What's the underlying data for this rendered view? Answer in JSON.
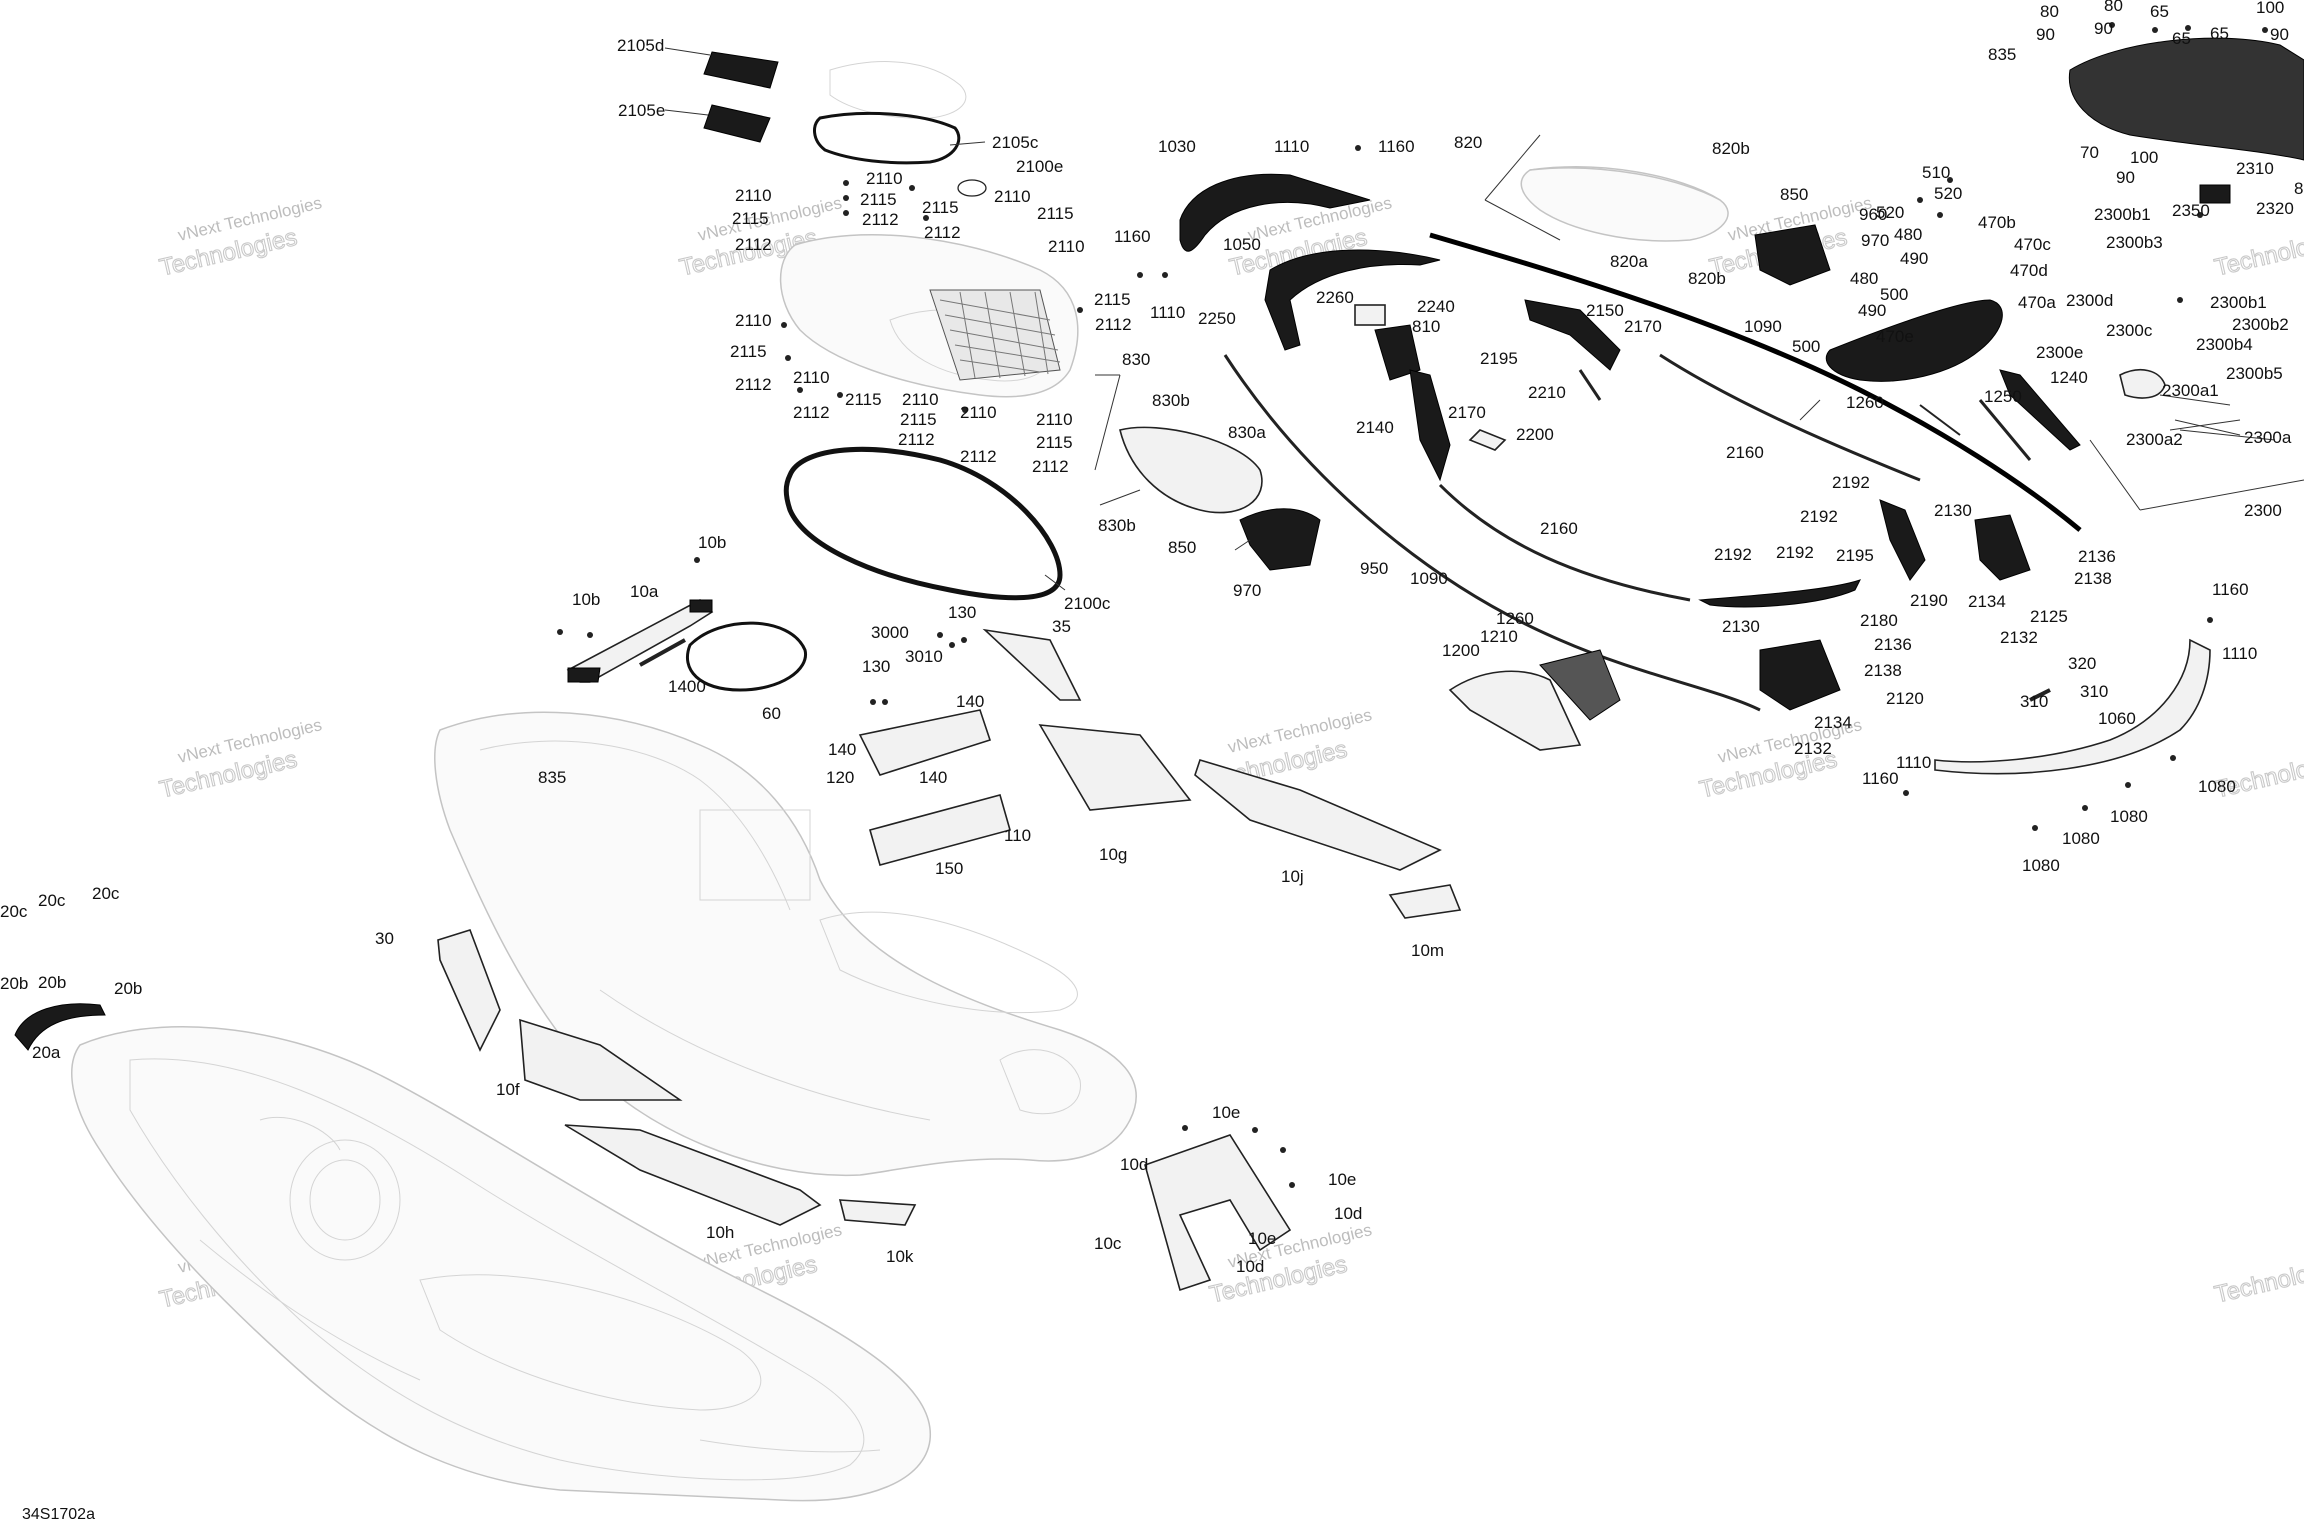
{
  "diagram": {
    "code": "34S1702a",
    "watermark_line1": "vNext Technologies",
    "watermark_line2": "Technologies",
    "callouts": {
      "p2105d": "2105d",
      "p2105e": "2105e",
      "p2105c": "2105c",
      "p2100e": "2100e",
      "p2110a": "2110",
      "p2110b": "2110",
      "p2110c": "2110",
      "p2110d": "2110",
      "p2110e": "2110",
      "p2110f": "2110",
      "p2110g": "2110",
      "p2110h": "2110",
      "p2110i": "2110",
      "p2115a": "2115",
      "p2115b": "2115",
      "p2115c": "2115",
      "p2115d": "2115",
      "p2115e": "2115",
      "p2115f": "2115",
      "p2115g": "2115",
      "p2115h": "2115",
      "p2115i": "2115",
      "p2112a": "2112",
      "p2112b": "2112",
      "p2112c": "2112",
      "p2112d": "2112",
      "p2112e": "2112",
      "p2112f": "2112",
      "p2112g": "2112",
      "p2112h": "2112",
      "p2112i": "2112",
      "p2100c": "2100c",
      "p10b1": "10b",
      "p10b2": "10b",
      "p10a": "10a",
      "p1400": "1400",
      "p60": "60",
      "p835a": "835",
      "p835b": "835",
      "p3000": "3000",
      "p3010": "3010",
      "p130a": "130",
      "p130b": "130",
      "p140a": "140",
      "p140b": "140",
      "p140c": "140",
      "p120": "120",
      "p110": "110",
      "p150": "150",
      "p35": "35",
      "p10g": "10g",
      "p10j": "10j",
      "p10m": "10m",
      "p30": "30",
      "p10f": "10f",
      "p10h": "10h",
      "p10k": "10k",
      "p20c1": "20c",
      "p20c2": "20c",
      "p20c3": "20c",
      "p20b1": "20b",
      "p20b2": "20b",
      "p20b3": "20b",
      "p20a": "20a",
      "p10e1": "10e",
      "p10e2": "10e",
      "p10e3": "10e",
      "p10d1": "10d",
      "p10d2": "10d",
      "p10d3": "10d",
      "p10c": "10c",
      "p1030": "1030",
      "p1110a": "1110",
      "p1110b": "1110",
      "p1110c": "1110",
      "p1160a": "1160",
      "p1160b": "1160",
      "p1160c": "1160",
      "p1160d": "1160",
      "p1050": "1050",
      "p2250": "2250",
      "p2260": "2260",
      "p2240": "2240",
      "p810": "810",
      "p820": "820",
      "p820b1": "820b",
      "p820b2": "820b",
      "p820a": "820a",
      "p830": "830",
      "p830b1": "830b",
      "p830b2": "830b",
      "p830a": "830a",
      "p850a": "850",
      "p850b": "850",
      "p950": "950",
      "p970a": "970",
      "p970b": "970",
      "p960": "960",
      "p2195a": "2195",
      "p2195b": "2195",
      "p2150": "2150",
      "p2170a": "2170",
      "p2170b": "2170",
      "p2210": "2210",
      "p2140": "2140",
      "p2200": "2200",
      "p1090a": "1090",
      "p1090b": "1090",
      "p2160a": "2160",
      "p2160b": "2160",
      "p1260a": "1260",
      "p1260b": "1260",
      "p1200": "1200",
      "p1210": "1210",
      "p2192a": "2192",
      "p2192b": "2192",
      "p2192c": "2192",
      "p2192d": "2192",
      "p2180": "2180",
      "p2190": "2190",
      "p2130a": "2130",
      "p2130b": "2130",
      "p2136a": "2136",
      "p2136b": "2136",
      "p2138a": "2138",
      "p2138b": "2138",
      "p2134a": "2134",
      "p2134b": "2134",
      "p2132a": "2132",
      "p2132b": "2132",
      "p2125": "2125",
      "p2120": "2120",
      "p510": "510",
      "p520a": "520",
      "p520b": "520",
      "p480a": "480",
      "p480b": "480",
      "p490a": "490",
      "p490b": "490",
      "p500a": "500",
      "p500b": "500",
      "p470b": "470b",
      "p470c": "470c",
      "p470d": "470d",
      "p470a": "470a",
      "p470e": "470e",
      "p1250": "1250",
      "p1240": "1240",
      "p80a": "80",
      "p80b": "80",
      "p90a": "90",
      "p90b": "90",
      "p90c": "90",
      "p90d": "90",
      "p65a": "65",
      "p65b": "65",
      "p65c": "65",
      "p100a": "100",
      "p100b": "100",
      "p70": "70",
      "p8": "8",
      "p2310": "2310",
      "p2320": "2320",
      "p2350": "2350",
      "p2300b1a": "2300b1",
      "p2300b1b": "2300b1",
      "p2300b3": "2300b3",
      "p2300b2": "2300b2",
      "p2300b4": "2300b4",
      "p2300b5": "2300b5",
      "p2300d": "2300d",
      "p2300c": "2300c",
      "p2300e": "2300e",
      "p2300a1": "2300a1",
      "p2300a2": "2300a2",
      "p2300a": "2300a",
      "p2300": "2300",
      "p320": "320",
      "p310a": "310",
      "p310b": "310",
      "p1060": "1060",
      "p1080a": "1080",
      "p1080b": "1080",
      "p1080c": "1080",
      "p1080d": "1080"
    }
  }
}
